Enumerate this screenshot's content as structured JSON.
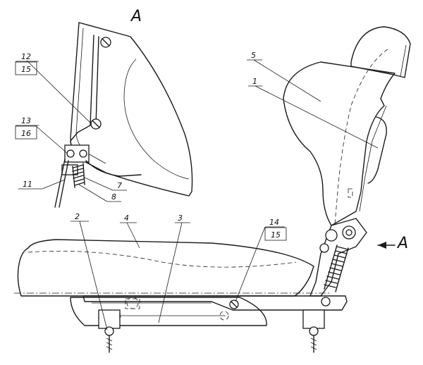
{
  "view": {
    "detail_marker": "A",
    "arrow_marker": "A"
  },
  "callouts": {
    "c1": "1",
    "c2": "2",
    "c3": "3",
    "c4": "4",
    "c5": "5",
    "c7": "7",
    "c8": "8",
    "c11": "11",
    "c12": "12",
    "c13": "13",
    "c14": "14",
    "c15_detail": "15",
    "c15_main": "15",
    "c16": "16"
  }
}
